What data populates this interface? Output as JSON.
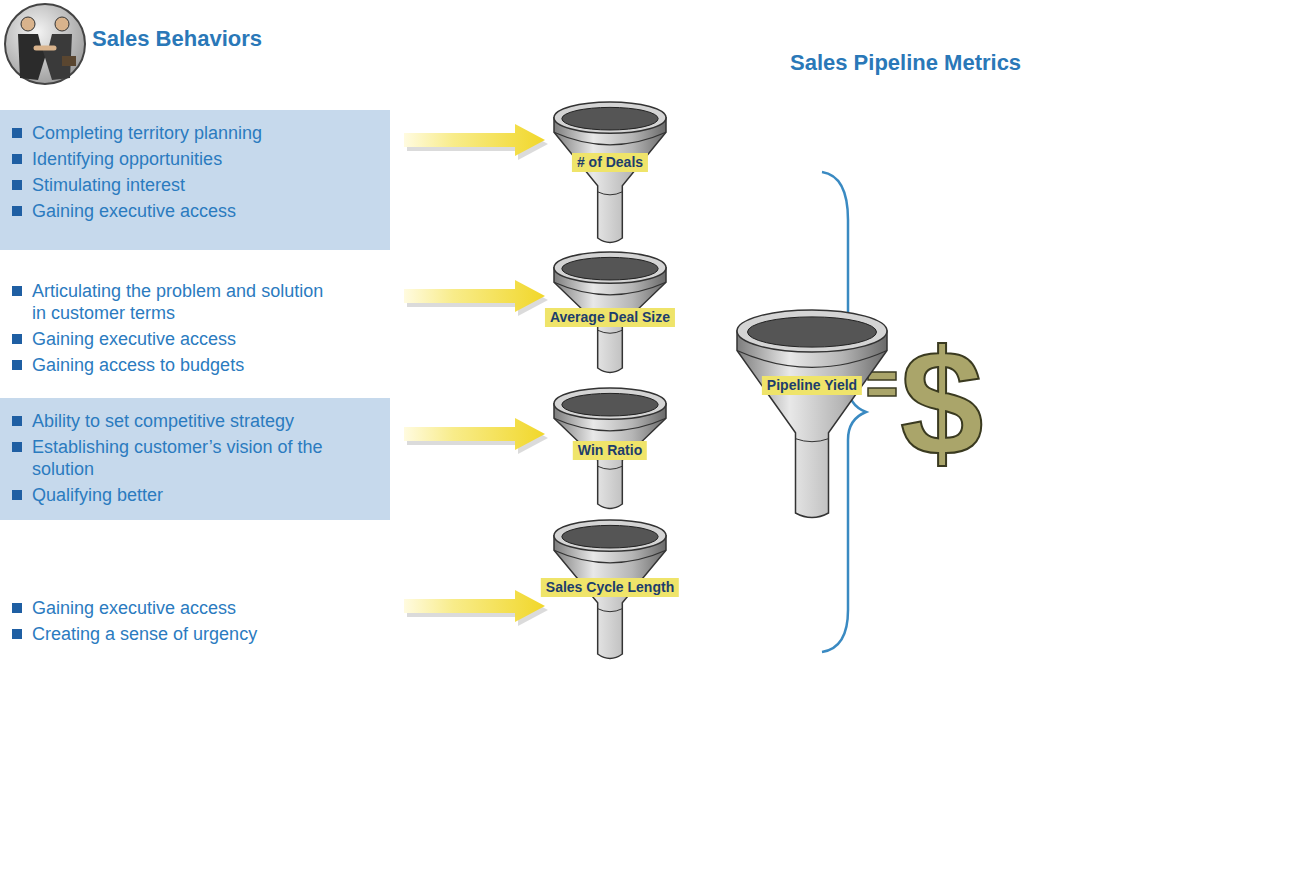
{
  "diagram": {
    "title": "Sales Behaviors",
    "nodes": [
      {
        "text": [
          "Completing territory planning",
          "Identifying opportunities",
          "Stimulating interest",
          "Gaining executive access"
        ]
      },
      {
        "text": [
          "Articulating the problem and solution in customer terms",
          "Gaining executive access",
          "Gaining access to budgets"
        ]
      },
      {
        "text": [
          "Ability to set competitive strategy",
          "Establishing customer’s vision of the solution",
          "Qualifying better"
        ]
      },
      {
        "text": [
          "Gaining executive access",
          "Creating a sense of urgency"
        ]
      },
      {
        "text": [
          "# of Deals"
        ]
      },
      {
        "text": [
          "Average Deal Size"
        ]
      },
      {
        "text": [
          "Win Ratio"
        ]
      },
      {
        "text": [
          "Sales Cycle Length"
        ]
      },
      {
        "text": [
          "Pipeline Yield"
        ]
      }
    ],
    "edges": [
      {
        "from": 0,
        "to": 4,
        "arrow": "to"
      },
      {
        "from": 1,
        "to": 5,
        "arrow": "to"
      },
      {
        "from": 2,
        "to": 6,
        "arrow": "to"
      },
      {
        "from": 3,
        "to": 7,
        "arrow": "to"
      }
    ],
    "labels": [
      "Sales Pipeline Metrics",
      "$"
    ]
  }
}
